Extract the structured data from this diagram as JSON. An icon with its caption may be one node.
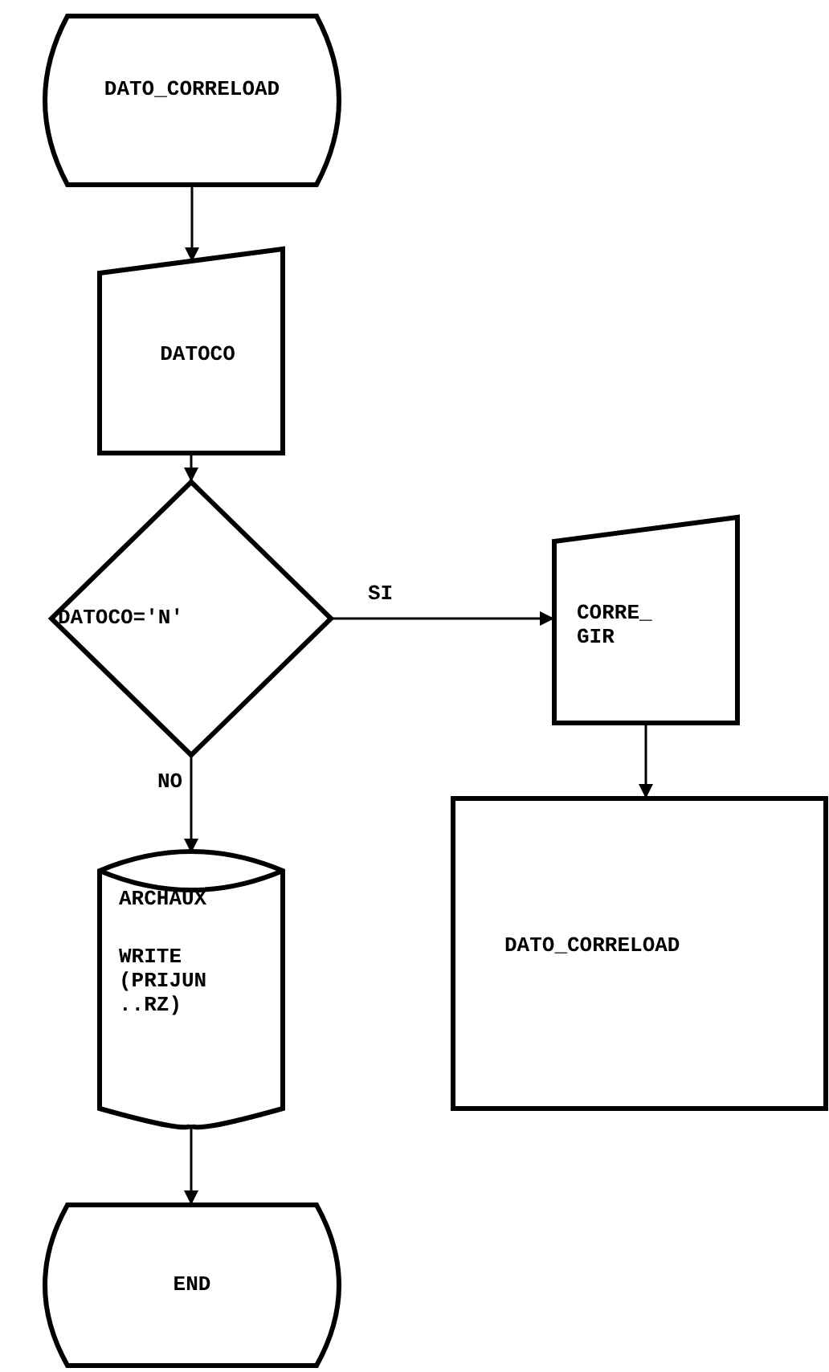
{
  "diagram": {
    "nodes": [
      {
        "text": [
          "DATO_CORRELOAD"
        ]
      },
      {
        "text": [
          "DATOCO"
        ]
      },
      {
        "text": [
          "DATOCO='N'"
        ]
      },
      {
        "text": [
          "CORRE_ GIR"
        ]
      },
      {
        "text": [
          "DATO_CORRELOAD"
        ]
      },
      {
        "text": [
          "ARCHAUX",
          "WRITE (PRIJUN ..RZ)"
        ]
      },
      {
        "text": [
          "END"
        ]
      }
    ],
    "edges": [
      {
        "from": 0,
        "to": 1,
        "arrow": "to"
      },
      {
        "from": 1,
        "to": 2,
        "arrow": "to"
      },
      {
        "from": 2,
        "to": 3,
        "arrow": "to",
        "label": "SI"
      },
      {
        "from": 3,
        "to": 4,
        "arrow": "to"
      },
      {
        "from": 2,
        "to": 5,
        "arrow": "to",
        "label": "NO"
      },
      {
        "from": 5,
        "to": 6,
        "arrow": "to"
      }
    ]
  }
}
